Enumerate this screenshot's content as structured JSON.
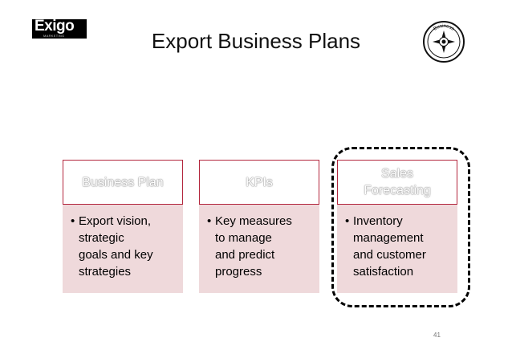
{
  "logo": {
    "word": "Exigo",
    "tagline": "MARKETING"
  },
  "title": "Export Business Plans",
  "emblem": {
    "text": "Business"
  },
  "cards": [
    {
      "heading": "Business Plan",
      "bullet": "•",
      "lines": [
        "Export vision,",
        "strategic",
        "goals and key",
        "strategies"
      ]
    },
    {
      "heading": "KPIs",
      "bullet": "•",
      "lines": [
        "Key measures",
        "to manage",
        "and predict",
        "progress"
      ]
    },
    {
      "heading_lines": [
        "Sales",
        "Forecasting"
      ],
      "bullet": "•",
      "lines": [
        "Inventory",
        "management",
        "and customer",
        "satisfaction"
      ]
    }
  ],
  "page_number": "41"
}
